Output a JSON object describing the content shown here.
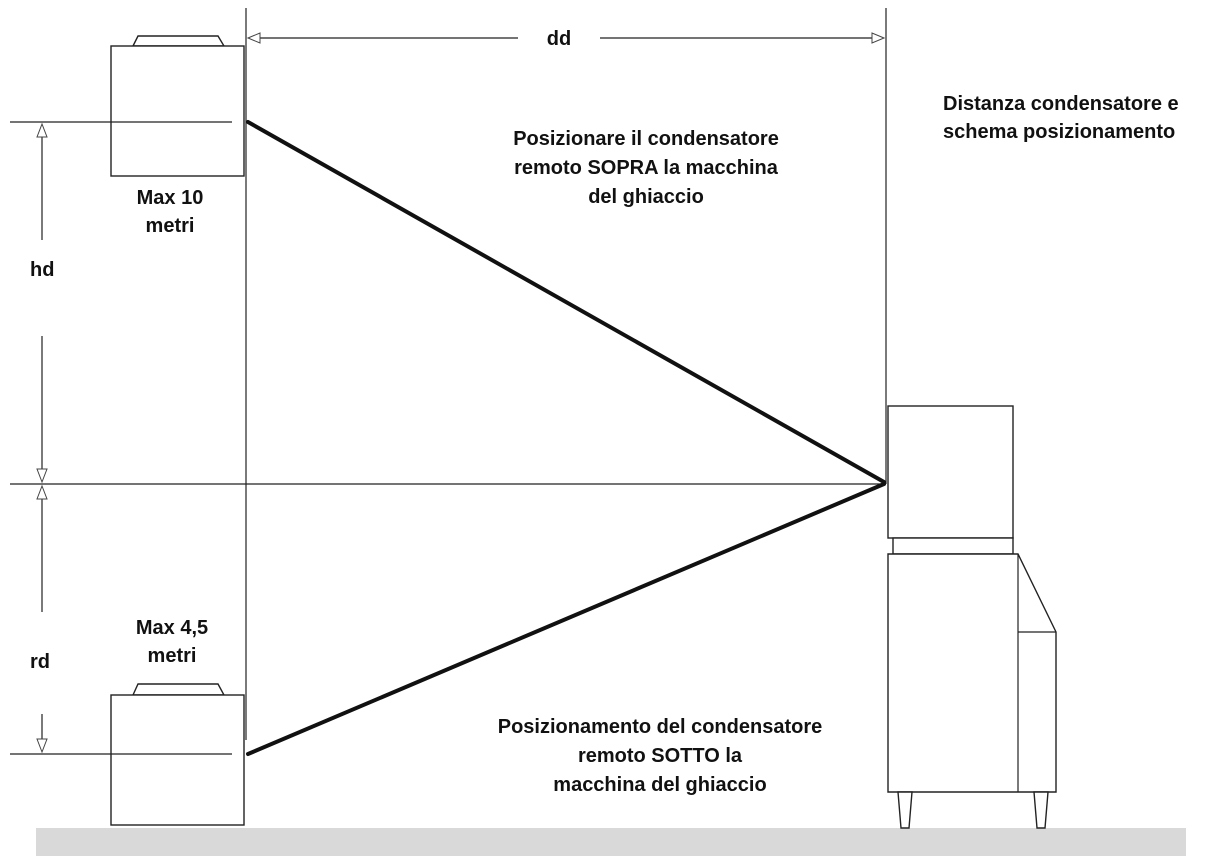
{
  "labels": {
    "dd": "dd",
    "hd": "hd",
    "rd": "rd",
    "max_above_line1": "Max 10",
    "max_above_line2": "metri",
    "max_below_line1": "Max 4,5",
    "max_below_line2": "metri",
    "above_line1": "Posizionare il condensatore",
    "above_line2": "remoto SOPRA la macchina",
    "above_line3": "del ghiaccio",
    "below_line1": "Posizionamento del condensatore",
    "below_line2": "remoto SOTTO la",
    "below_line3": "macchina del ghiaccio",
    "title_line1": "Distanza condensatore e",
    "title_line2": "schema posizionamento"
  },
  "colors": {
    "floor": "#d9d9d9",
    "lines": "#222222",
    "background": "#ffffff"
  }
}
